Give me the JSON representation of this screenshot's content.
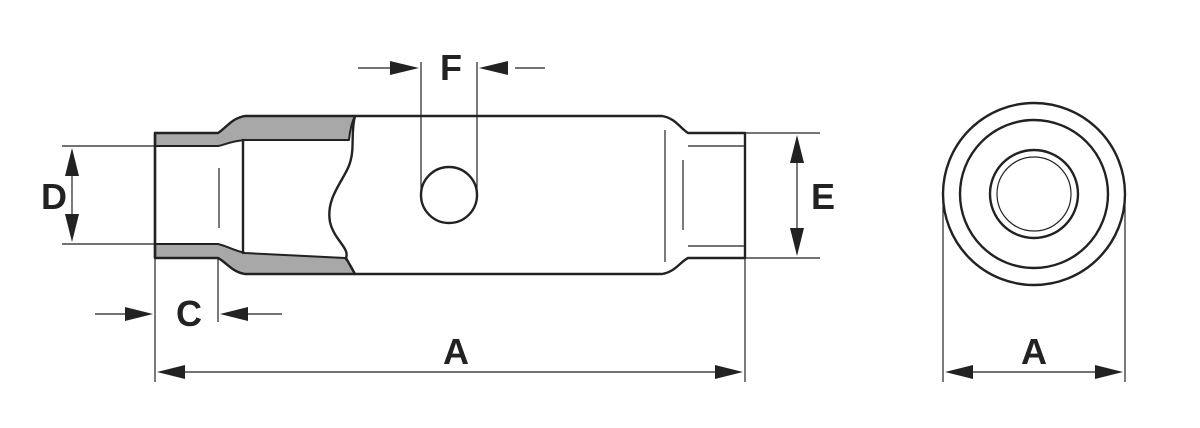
{
  "labels": {
    "A_side": "A",
    "A_end": "A",
    "C": "C",
    "D": "D",
    "E": "E",
    "F": "F"
  },
  "colors": {
    "line": "#222222",
    "sleeve": "#a8a8a8",
    "background": "#ffffff"
  }
}
